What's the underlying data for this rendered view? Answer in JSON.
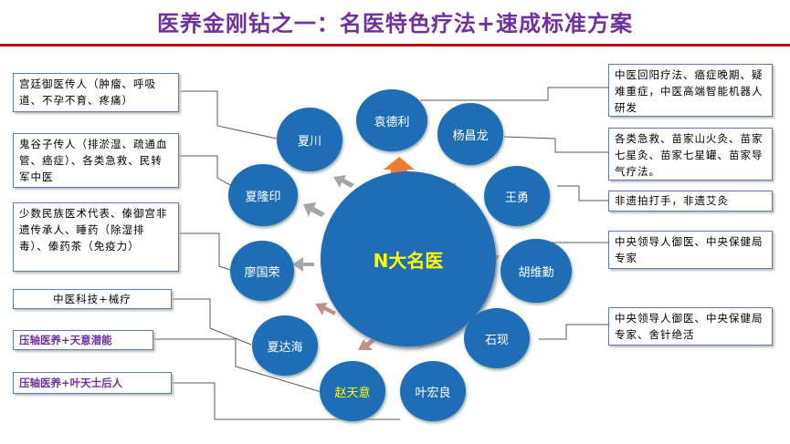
{
  "title": "医养金刚钻之一：名医特色疗法+速成标准方案",
  "center": "N大名医",
  "doctors": [
    "袁德利",
    "杨昌龙",
    "王勇",
    "胡维勤",
    "石现",
    "叶宏良",
    "赵天意",
    "夏达海",
    "廖国荣",
    "夏隆印",
    "夏川"
  ],
  "left_boxes": [
    "宫廷御医传人（肿瘤、呼吸道、不孕不育、疼痛）",
    "鬼谷子传人（排淤湿、疏通血管、癌症）、各类急救、民转军中医",
    "少数民族医术代表、傣御宫非遗传承人、睡药（除湿排毒）、傣药茶（免疫力）",
    "中医科技+械疗",
    "压轴医养+天意潜能",
    "压轴医养+叶天士后人"
  ],
  "right_boxes": [
    "中医回阳疗法、癌症晚期、疑难重症，中医高端智能机器人研发",
    "各类急救、苗家山火灸、苗家七星灸、苗家七星罐、苗家导气疗法。",
    "非遗拍打手，非遗艾灸",
    "中央领导人御医、中央保健局专家",
    "中央领导人御医、中央保健局专家、舍针绝活"
  ],
  "colors": {
    "title": "#7030a0",
    "rule": "#c00000",
    "node": "#1f6db5",
    "arrow_orange": "#ed7d31",
    "arrow_gray": "#a6a6a6",
    "arrow_brown": "#c0908a"
  }
}
